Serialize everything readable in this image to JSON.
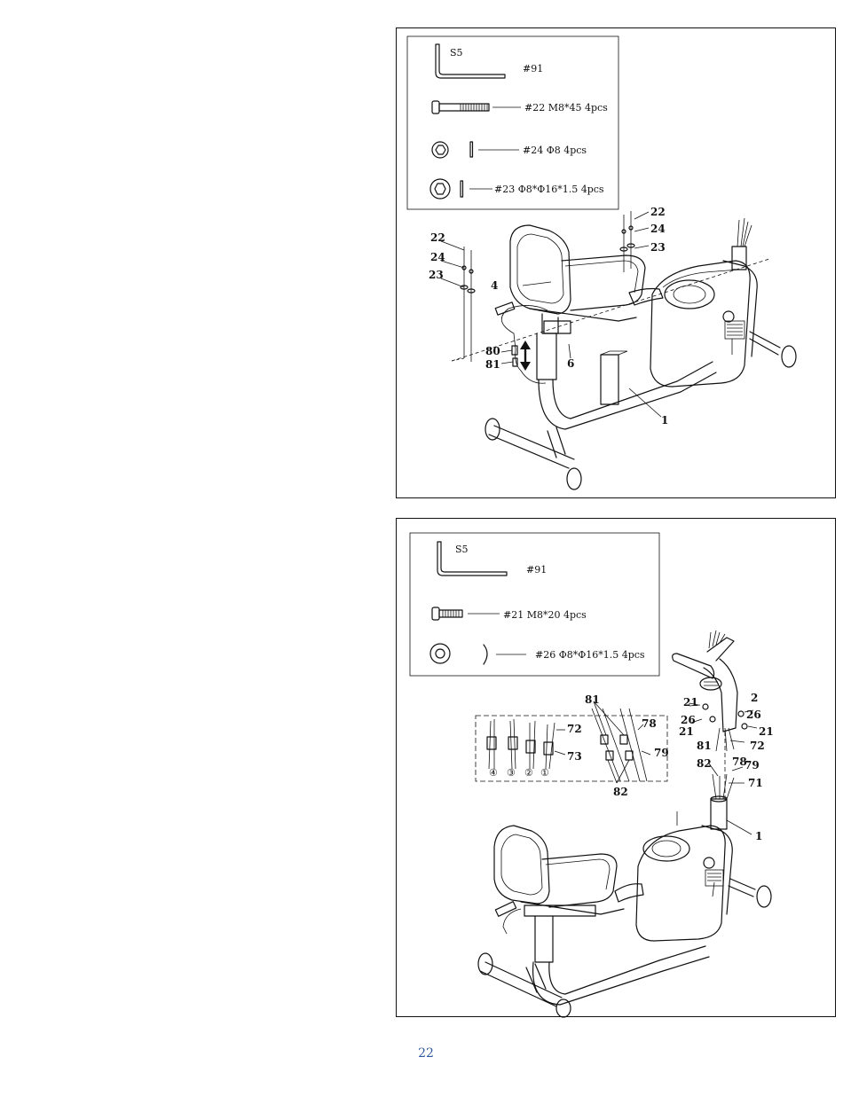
{
  "step1": {
    "parts": {
      "s5": "S5",
      "tool": "#91",
      "bolt": "#22 M8*45 4pcs",
      "spring_washer": "#24 Φ8 4pcs",
      "flat_washer": "#23 Φ8*Φ16*1.5 4pcs"
    },
    "callouts": {
      "l22": "22",
      "l24": "24",
      "l23": "23",
      "r22": "22",
      "r24": "24",
      "r23": "23",
      "seat": "4",
      "c80": "80",
      "c81": "81",
      "rail": "6",
      "frame": "1"
    }
  },
  "step2": {
    "parts": {
      "s5": "S5",
      "tool": "#91",
      "bolt": "#21 M8*20 4pcs",
      "washer": "#26 Φ8*Φ16*1.5 4pcs"
    },
    "callouts": {
      "c81top": "81",
      "c78": "78",
      "c79": "79",
      "c72": "72",
      "c73": "73",
      "c82": "82",
      "n4": "④",
      "n3": "③",
      "n2": "②",
      "n1": "①",
      "h21a": "21",
      "h2": "2",
      "h26a": "26",
      "h26b": "26",
      "h21b": "21",
      "h21c": "21",
      "h81": "81",
      "h78": "78",
      "h72": "72",
      "h82": "82",
      "h79": "79",
      "h71": "71",
      "h1": "1"
    }
  },
  "page_number": "22"
}
